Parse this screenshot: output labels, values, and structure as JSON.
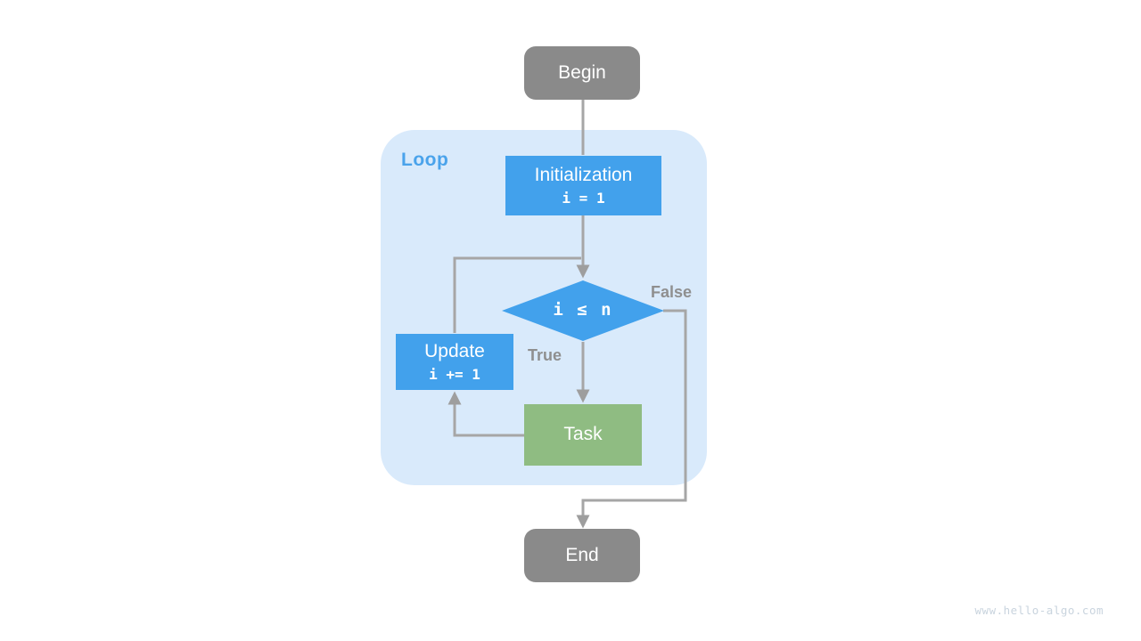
{
  "diagram": {
    "loop_label": "Loop",
    "nodes": {
      "begin": {
        "label": "Begin"
      },
      "initialization": {
        "label": "Initialization",
        "code": "i = 1"
      },
      "condition": {
        "label": "i ≤ n"
      },
      "update": {
        "label": "Update",
        "code": "i += 1"
      },
      "task": {
        "label": "Task"
      },
      "end": {
        "label": "End"
      }
    },
    "edge_labels": {
      "true": "True",
      "false": "False"
    },
    "colors": {
      "terminal_gray": "#8a8a8a",
      "process_blue": "#42a1ec",
      "task_green": "#8fbc82",
      "loop_region_background": "#d9eafb",
      "loop_label_blue": "#4aa3eb",
      "connector_gray": "#a6a6a6",
      "edge_label_gray": "#8f8f8f",
      "watermark_gray": "#c9d4de"
    }
  },
  "watermark": "www.hello-algo.com"
}
